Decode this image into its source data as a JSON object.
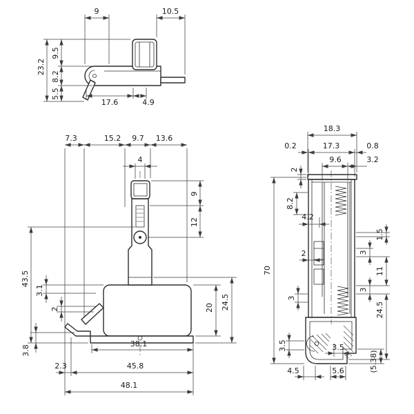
{
  "meta": {
    "title": "Hinge technical drawing, three orthographic views",
    "background": "#ffffff",
    "ink": "#2b2b2b"
  },
  "top_view": {
    "knuckle_width": "9",
    "plate_extension": "10.5",
    "cap_height": "9.5",
    "overall_height": "23.2",
    "body_height": "8.2",
    "tab_drop": "5.5",
    "body_length": "17.6",
    "end_width": "4.9"
  },
  "front_view": {
    "seg_a": "7.3",
    "seg_b": "15.2",
    "seg_c": "9.7",
    "seg_d": "13.6",
    "slot_width": "4",
    "cap_depth": "9",
    "pivot_depth": "12",
    "arm_drop": "43.5",
    "lever_offset": "3.1",
    "lever_step": "2",
    "plate_step": "3.8",
    "hole_span": "38.1",
    "tip_length": "2.3",
    "plate_length": "45.8",
    "overall_length": "48.1",
    "base_height": "20",
    "base_overall": "24.5"
  },
  "side_view": {
    "overall_width": "18.3",
    "flange_left": "0.2",
    "body_width": "17.3",
    "flange_right": "0.8",
    "slot_width": "9.6",
    "rail_width": "3.2",
    "cap_thickness": "2",
    "upper_span": "8.2",
    "wall_offset": "4.2",
    "overall_height": "70",
    "latch_gap": "2",
    "lip": "1.5",
    "step_a": "3",
    "mid_span": "11",
    "step_b": "3",
    "step_c": "3",
    "lower_span": "24.5",
    "foot_height": "3.5",
    "foot_width": "3.5",
    "heel_width": "4.5",
    "toe_width": "5.6",
    "ref_width": "(5.38)"
  }
}
